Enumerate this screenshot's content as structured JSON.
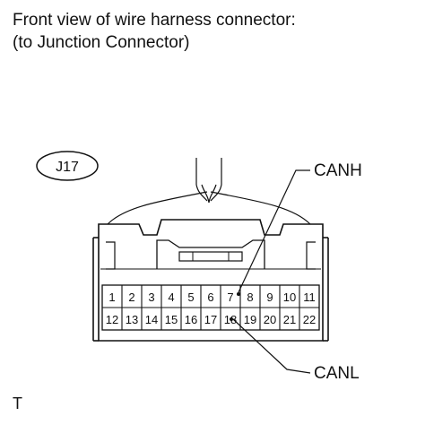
{
  "title_line1": "Front view of wire harness connector:",
  "title_line2": "(to Junction Connector)",
  "connector_id": "J17",
  "callouts": {
    "top": "CANH",
    "bottom": "CANL"
  },
  "pins_row1": [
    "1",
    "2",
    "3",
    "4",
    "5",
    "6",
    "7",
    "8",
    "9",
    "10",
    "11"
  ],
  "pins_row2": [
    "12",
    "13",
    "14",
    "15",
    "16",
    "17",
    "18",
    "19",
    "20",
    "21",
    "22"
  ],
  "figure_code": "T"
}
